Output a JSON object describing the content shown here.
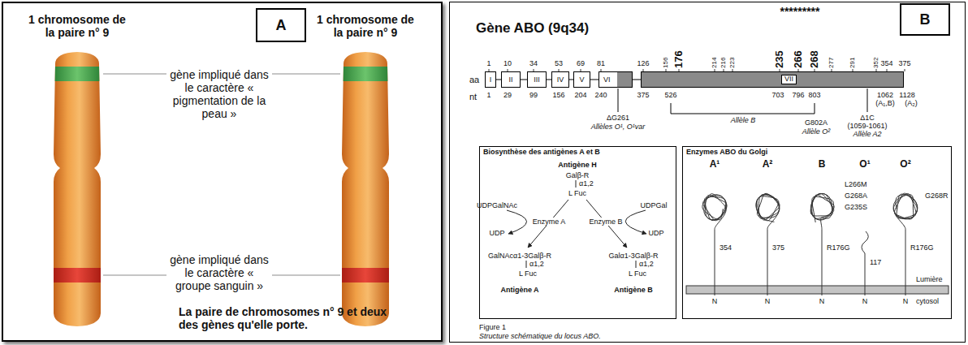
{
  "diagram": {
    "nodes": [
      {
        "text": [
          "La paire de chromosomes n° 9 et deux des gènes qu'elle porte."
        ]
      },
      {
        "text": [
          "A"
        ],
        "in": 0
      },
      {
        "text": [
          "Gène ABO (9q34)"
        ]
      },
      {
        "text": [
          "B"
        ],
        "in": 2
      },
      {
        "text": [
          "I"
        ],
        "in": 2
      },
      {
        "text": [
          "II"
        ],
        "in": 2
      },
      {
        "text": [
          "III"
        ],
        "in": 2
      },
      {
        "text": [
          "IV"
        ],
        "in": 2
      },
      {
        "text": [
          "V"
        ],
        "in": 2
      },
      {
        "text": [
          "VI"
        ],
        "in": 2
      },
      {
        "text": [
          "VII"
        ],
        "in": 2
      },
      {
        "text": [
          "Biosynthèse des antigènes A et B"
        ],
        "in": 2
      },
      {
        "text": [
          "Enzymes ABO du Golgi"
        ],
        "in": 2
      }
    ],
    "labels": [
      "1 chromosome de la paire n° 9",
      "1 chromosome de la paire n° 9",
      "gène impliqué dans le caractère « pigmentation de la peau »",
      "gène impliqué dans le caractère « groupe sanguin »",
      "*********",
      "aa",
      "nt",
      "1",
      "10",
      "34",
      "53",
      "69",
      "81",
      "126",
      "156",
      "176",
      "214",
      "216",
      "223",
      "235",
      "266",
      "268",
      "277",
      "291",
      "352",
      "354",
      "375",
      "1",
      "29",
      "99",
      "156",
      "204",
      "240",
      "375",
      "526",
      "703",
      "796",
      "803",
      "1062",
      "1128",
      "(A₁,B)",
      "(A₂)",
      "ΔG261",
      "Allèles O¹, O¹var",
      "Allèle B",
      "G802A",
      "Allèle O²",
      "Δ1C",
      "(1059-1061)",
      "Allèle A2",
      "Antigène H",
      "Galβ-R",
      "α1,2",
      "L Fuc",
      "UDPGalNAc",
      "UDP",
      "Enzyme A",
      "UDPGal",
      "UDP",
      "Enzyme B",
      "GalNAcα1-3Galβ-R",
      "α1,2",
      "L Fuc",
      "Antigène A",
      "Galα1-3Galβ-R",
      "α1,2",
      "L Fuc",
      "Antigène B",
      "A¹",
      "A²",
      "B",
      "O¹",
      "O²",
      "354",
      "375",
      "L266M",
      "G268A",
      "G235S",
      "R176G",
      "117",
      "G268R",
      "R176G",
      "Lumière",
      "cytosol",
      "N",
      "N",
      "N",
      "N",
      "N",
      "Figure 1",
      "Structure schématique du locus ABO."
    ]
  }
}
